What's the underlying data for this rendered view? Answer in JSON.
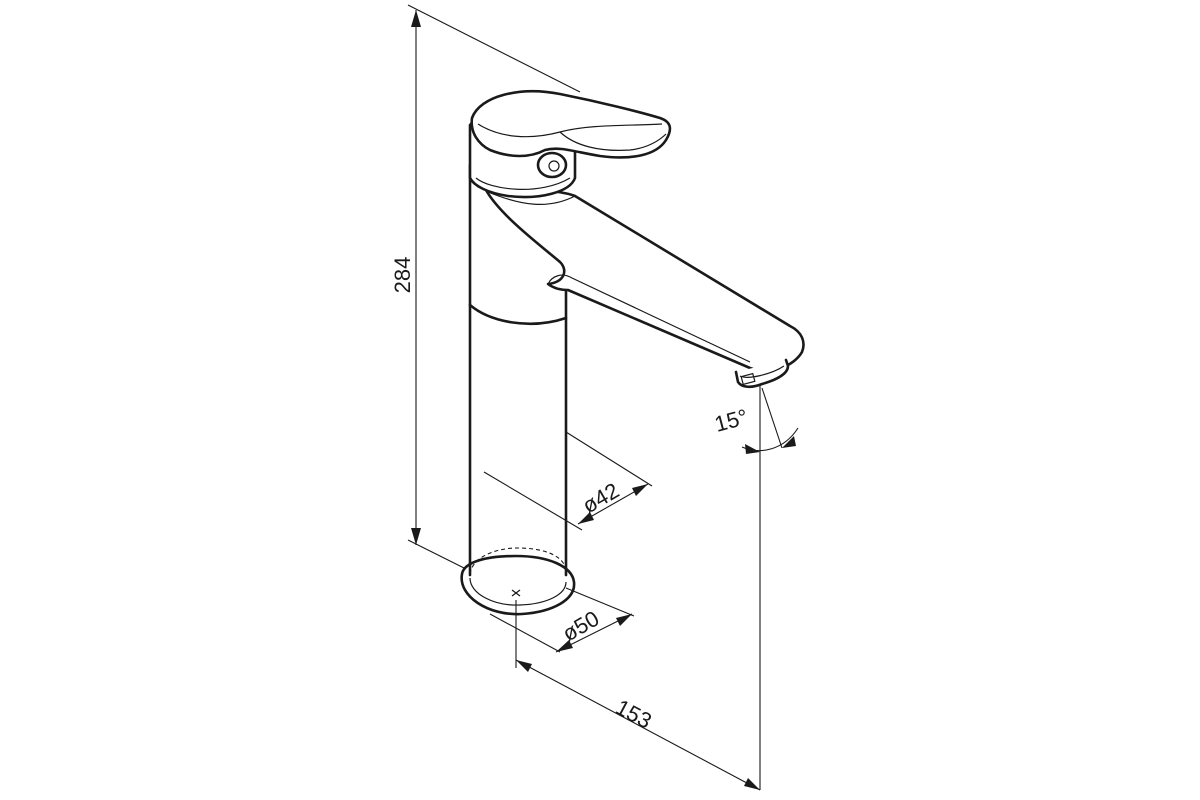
{
  "dimensions": {
    "height": "284",
    "spout_reach": "153",
    "body_diameter": "ø42",
    "base_diameter": "ø50",
    "spout_angle": "15°"
  }
}
